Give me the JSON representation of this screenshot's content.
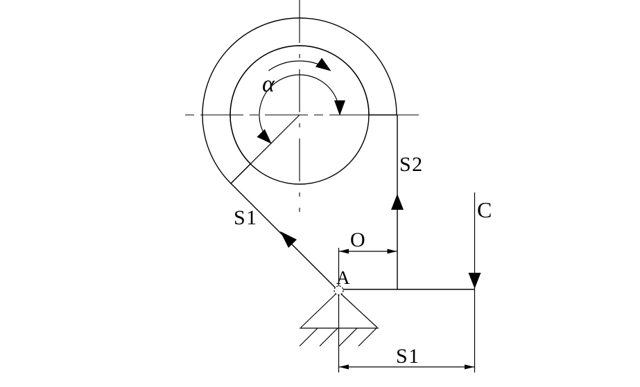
{
  "diagram": {
    "kind": "band-brake mechanism drawing",
    "labels": {
      "alpha": "α",
      "s1_belt": "S1",
      "s2_belt": "S2",
      "force_c": "C",
      "dim_o": "O",
      "point_a": "A",
      "dim_s1": "S1"
    },
    "colors": {
      "line": "#000000",
      "background": "#ffffff"
    }
  }
}
